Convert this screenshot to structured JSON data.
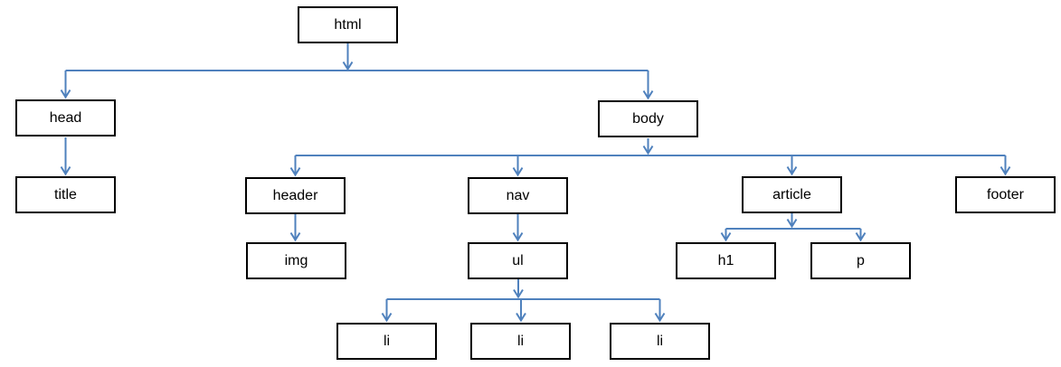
{
  "diagram": {
    "type": "tree",
    "description": "HTML document structure tree diagram",
    "background_color": "#ffffff",
    "connector_color": "#4f81bd",
    "node_border_color": "#000000",
    "node_fill_color": "#ffffff",
    "node_text_color": "#000000",
    "nodes": {
      "html": {
        "label": "html"
      },
      "head": {
        "label": "head"
      },
      "body": {
        "label": "body"
      },
      "title": {
        "label": "title"
      },
      "header": {
        "label": "header"
      },
      "nav": {
        "label": "nav"
      },
      "article": {
        "label": "article"
      },
      "footer": {
        "label": "footer"
      },
      "img": {
        "label": "img"
      },
      "ul": {
        "label": "ul"
      },
      "h1": {
        "label": "h1"
      },
      "p": {
        "label": "p"
      },
      "li1": {
        "label": "li"
      },
      "li2": {
        "label": "li"
      },
      "li3": {
        "label": "li"
      }
    },
    "edges": [
      [
        "html",
        "head"
      ],
      [
        "html",
        "body"
      ],
      [
        "head",
        "title"
      ],
      [
        "body",
        "header"
      ],
      [
        "body",
        "nav"
      ],
      [
        "body",
        "article"
      ],
      [
        "body",
        "footer"
      ],
      [
        "header",
        "img"
      ],
      [
        "nav",
        "ul"
      ],
      [
        "article",
        "h1"
      ],
      [
        "article",
        "p"
      ],
      [
        "ul",
        "li1"
      ],
      [
        "ul",
        "li2"
      ],
      [
        "ul",
        "li3"
      ]
    ]
  }
}
